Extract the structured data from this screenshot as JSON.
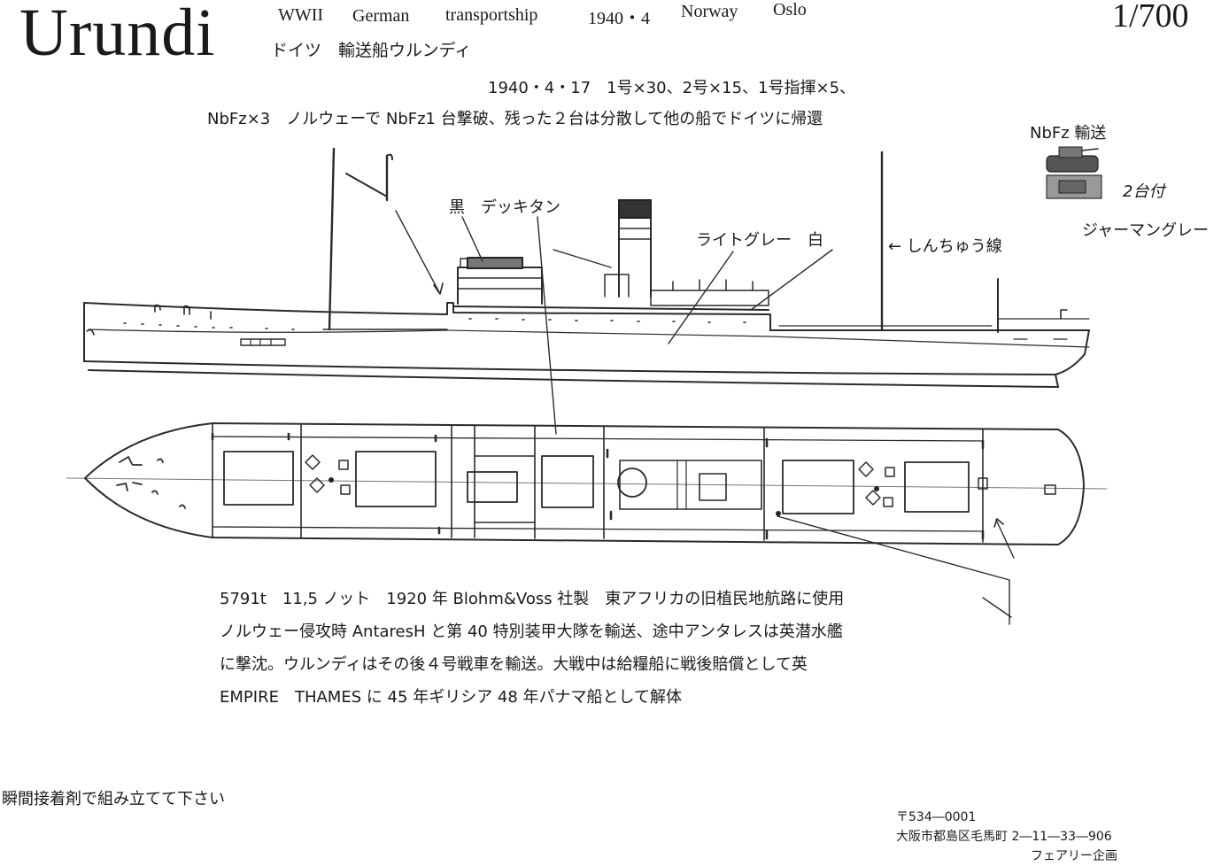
{
  "header": {
    "title": "Urundi",
    "subtitle_parts": [
      "WWII",
      "German",
      "transportship",
      "1940・4",
      "Norway",
      "Oslo"
    ],
    "subtitle_jp": "ドイツ　輸送船ウルンディ",
    "scale": "1/700"
  },
  "cargo_lines": [
    "1940・4・17　1号×30、2号×15、1号指揮×5、",
    "NbFz×3　ノルウェーで NbFz1 台撃破、残った２台は分散して他の船でドイツに帰還"
  ],
  "nbfz": {
    "label": "NbFz 輸送",
    "count": "2台付",
    "color_note": "ジャーマングレー"
  },
  "callouts": {
    "deck_color": "黒　デッキタン",
    "hull_color": "ライトグレー　白",
    "rigging": "← しんちゅう線"
  },
  "description": [
    "5791t　11,5 ノット　1920 年 Blohm&Voss 社製　東アフリカの旧植民地航路に使用",
    "ノルウェー侵攻時 AntaresH と第 40 特別装甲大隊を輸送、途中アンタレスは英潜水艦",
    "に撃沈。ウルンディはその後４号戦車を輸送。大戦中は給糧船に戦後賠償として英",
    "EMPIRE　THAMES に 45 年ギリシア 48 年パナマ船として解体"
  ],
  "instruction": "瞬間接着剤で組み立てて下さい",
  "footer": {
    "postal": "〒534―0001",
    "address": "大阪市都島区毛馬町 2―11―33―906",
    "maker": "フェアリー企画"
  }
}
